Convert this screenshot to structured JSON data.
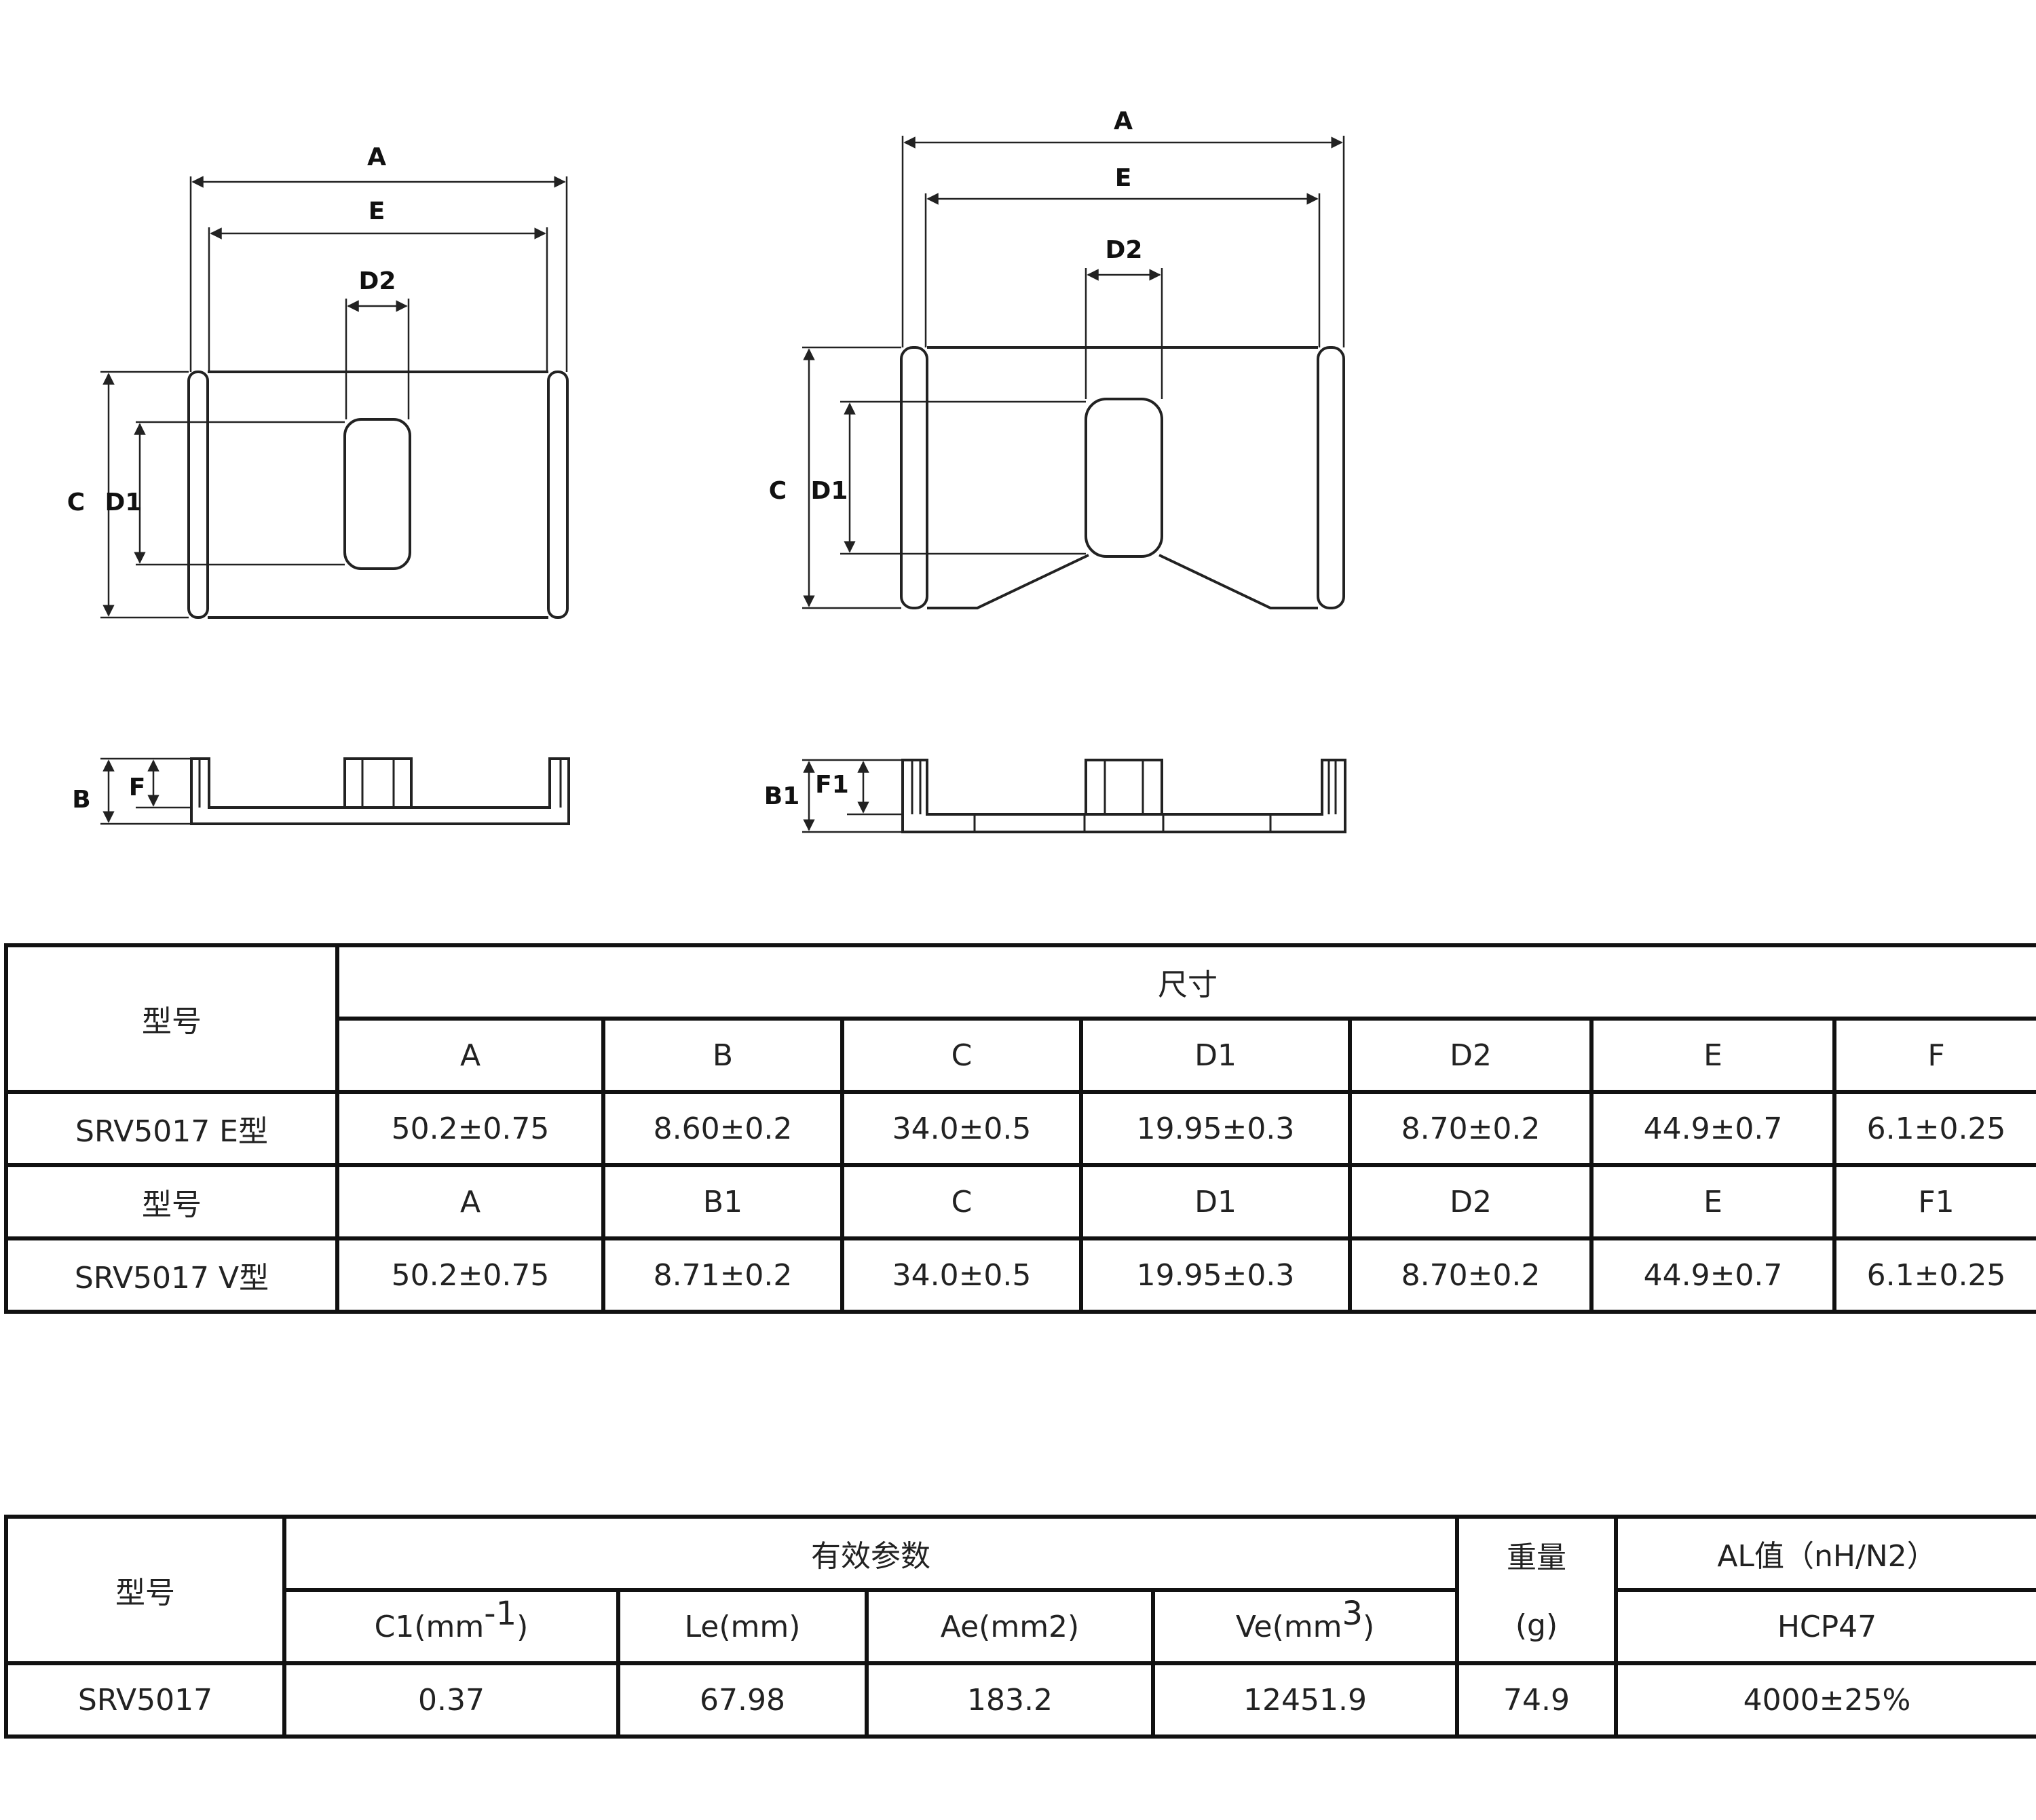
{
  "diagram_labels": {
    "e_type": {
      "A": "A",
      "E": "E",
      "D2": "D2",
      "C": "C",
      "D1": "D1",
      "B": "B",
      "F": "F"
    },
    "v_type": {
      "A": "A",
      "E": "E",
      "D2": "D2",
      "C": "C",
      "D1": "D1",
      "B1": "B1",
      "F1": "F1"
    }
  },
  "dimension_table": {
    "model_header": "型号",
    "size_header": "尺寸",
    "columns": [
      "A",
      "B",
      "C",
      "D1",
      "D2",
      "E",
      "F"
    ],
    "e_row": {
      "model": "SRV5017 E型",
      "values": [
        "50.2±0.75",
        "8.60±0.2",
        "34.0±0.5",
        "19.95±0.3",
        "8.70±0.2",
        "44.9±0.7",
        "6.1±0.25"
      ]
    },
    "v_header_row": {
      "model": "型号",
      "columns": [
        "A",
        "B1",
        "C",
        "D1",
        "D2",
        "E",
        "F1"
      ]
    },
    "v_row": {
      "model": "SRV5017 V型",
      "values": [
        "50.2±0.75",
        "8.71±0.2",
        "34.0±0.5",
        "19.95±0.3",
        "8.70±0.2",
        "44.9±0.7",
        "6.1±0.25"
      ]
    }
  },
  "parameter_table": {
    "model_header": "型号",
    "effective_header": "有效参数",
    "weight_header": "重量",
    "weight_unit": "(g)",
    "al_header": "AL值（nH/N2）",
    "c1": {
      "base": "C1(mm",
      "sup": "-1",
      "close": ")"
    },
    "le": "Le(mm)",
    "ae": "Ae(mm2)",
    "ve": {
      "base": "Ve(mm",
      "sup": "3",
      "close": ")"
    },
    "material": "HCP47",
    "row": {
      "model": "SRV5017",
      "c1": "0.37",
      "le": "67.98",
      "ae": "183.2",
      "ve": "12451.9",
      "weight": "74.9",
      "al": "4000±25%"
    }
  }
}
